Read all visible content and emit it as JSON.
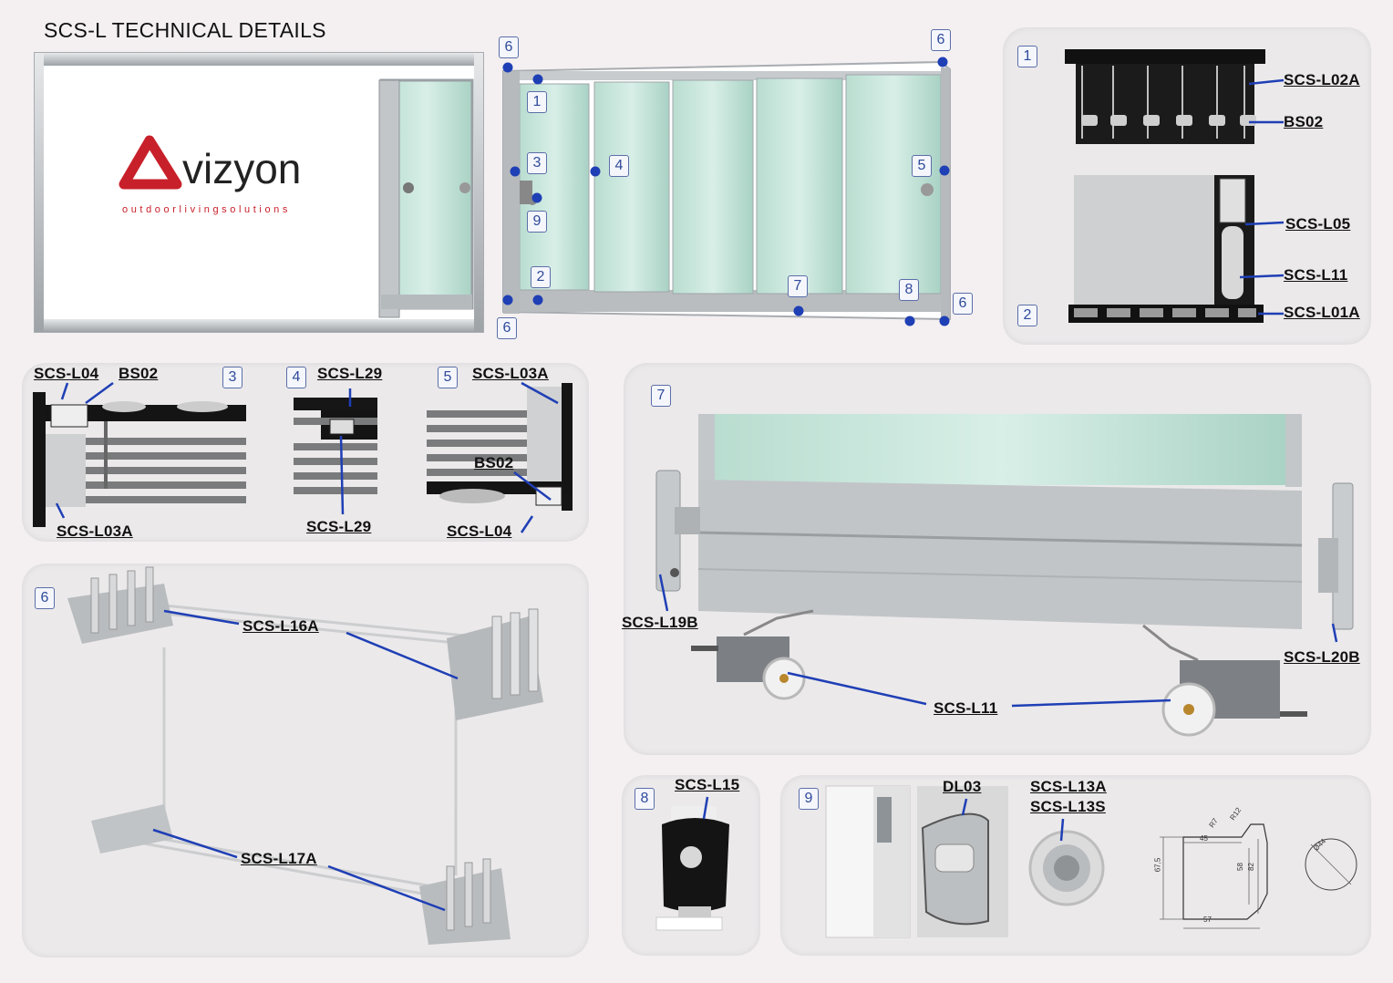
{
  "title": "SCS-L TECHNICAL DETAILS",
  "logo": {
    "brand": "vizyon",
    "tagline": "outdoorlivingsolutions"
  },
  "overview_markers": [
    "1",
    "2",
    "3",
    "4",
    "5",
    "6",
    "7",
    "8",
    "9"
  ],
  "panels": {
    "p1": {
      "number": "1",
      "labels": [
        "SCS-L02A",
        "BS02"
      ]
    },
    "p2": {
      "number": "2",
      "labels": [
        "SCS-L05",
        "SCS-L11",
        "SCS-L01A"
      ]
    },
    "p3": {
      "number": "3",
      "labels": [
        "SCS-L04",
        "BS02",
        "SCS-L03A"
      ]
    },
    "p4": {
      "number": "4",
      "labels": [
        "SCS-L29",
        "SCS-L29"
      ]
    },
    "p5": {
      "number": "5",
      "labels": [
        "SCS-L03A",
        "BS02",
        "SCS-L04"
      ]
    },
    "p6": {
      "number": "6",
      "labels": [
        "SCS-L16A",
        "SCS-L17A"
      ]
    },
    "p7": {
      "number": "7",
      "labels": [
        "SCS-L19B",
        "SCS-L11",
        "SCS-L20B"
      ]
    },
    "p8": {
      "number": "8",
      "labels": [
        "SCS-L15"
      ]
    },
    "p9": {
      "number": "9",
      "labels": [
        "DL03",
        "SCS-L13A",
        "SCS-L13S"
      ],
      "dims": [
        "R7",
        "R12",
        "45",
        "67,5",
        "58",
        "82",
        "57",
        "Ø44"
      ]
    }
  },
  "colors": {
    "accent": "#1f3fb5",
    "brand_red": "#c8202a",
    "glass": "#cfe9df",
    "aluminium": "#bfc3c6"
  }
}
